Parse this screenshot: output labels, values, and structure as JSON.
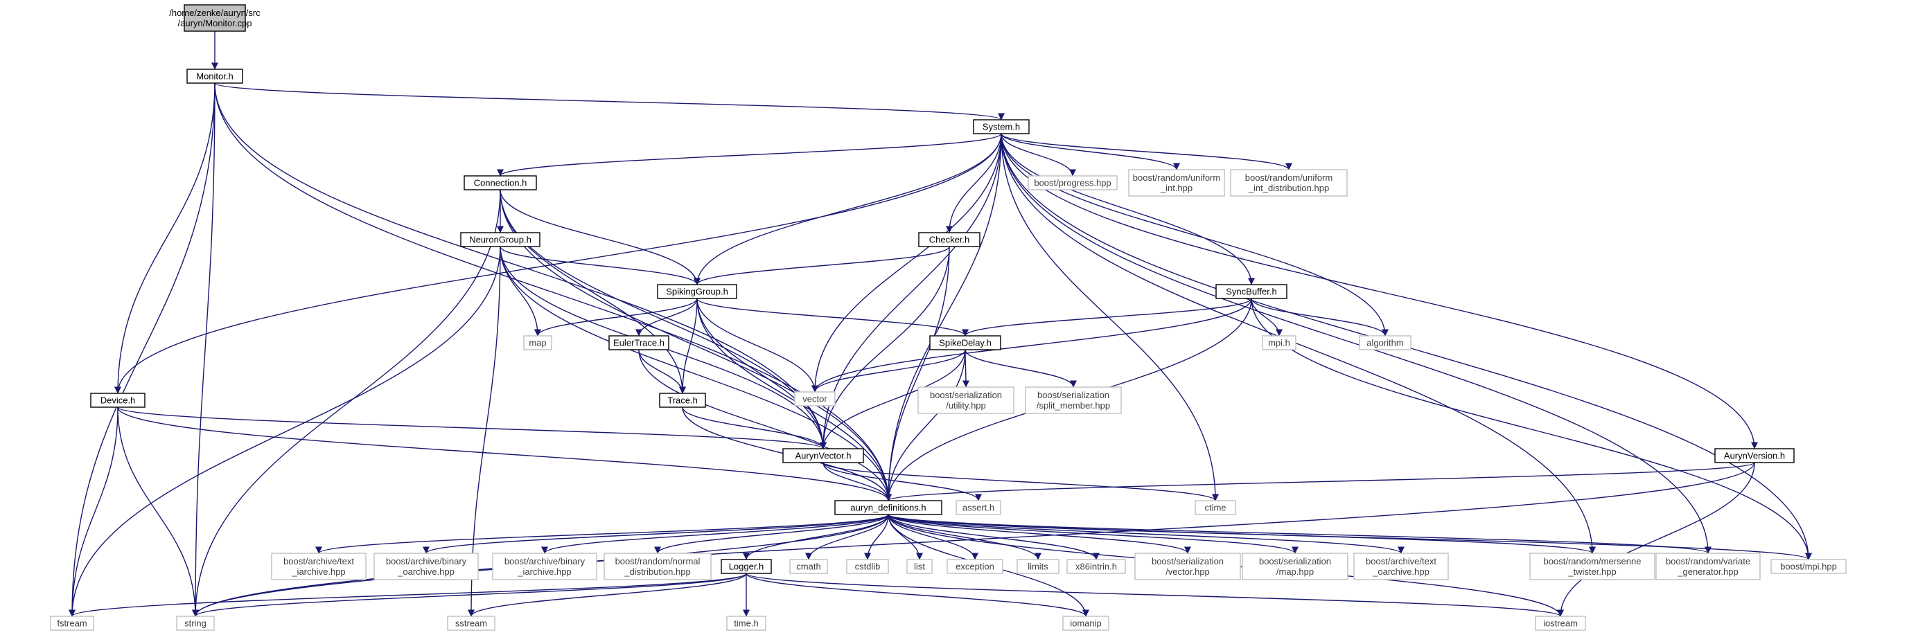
{
  "diagram": {
    "nodes": [
      {
        "id": "root",
        "lines": [
          "/home/zenke/auryn/src",
          "/auryn/Monitor.cpp"
        ],
        "kind": "root"
      },
      {
        "id": "monitor",
        "lines": [
          "Monitor.h"
        ],
        "kind": "header"
      },
      {
        "id": "system",
        "lines": [
          "System.h"
        ],
        "kind": "header"
      },
      {
        "id": "connection",
        "lines": [
          "Connection.h"
        ],
        "kind": "header"
      },
      {
        "id": "boost_progress",
        "lines": [
          "boost/progress.hpp"
        ],
        "kind": "external"
      },
      {
        "id": "boost_uniform_int",
        "lines": [
          "boost/random/uniform",
          "_int.hpp"
        ],
        "kind": "external"
      },
      {
        "id": "boost_uniform_int_dist",
        "lines": [
          "boost/random/uniform",
          "_int_distribution.hpp"
        ],
        "kind": "external"
      },
      {
        "id": "neurongroup",
        "lines": [
          "NeuronGroup.h"
        ],
        "kind": "header"
      },
      {
        "id": "checker",
        "lines": [
          "Checker.h"
        ],
        "kind": "header"
      },
      {
        "id": "spikinggroup",
        "lines": [
          "SpikingGroup.h"
        ],
        "kind": "header"
      },
      {
        "id": "syncbuffer",
        "lines": [
          "SyncBuffer.h"
        ],
        "kind": "header"
      },
      {
        "id": "map",
        "lines": [
          "map"
        ],
        "kind": "external"
      },
      {
        "id": "eulertrace",
        "lines": [
          "EulerTrace.h"
        ],
        "kind": "header"
      },
      {
        "id": "spikedelay",
        "lines": [
          "SpikeDelay.h"
        ],
        "kind": "header"
      },
      {
        "id": "mpi_h",
        "lines": [
          "mpi.h"
        ],
        "kind": "external"
      },
      {
        "id": "algorithm",
        "lines": [
          "algorithm"
        ],
        "kind": "external"
      },
      {
        "id": "device",
        "lines": [
          "Device.h"
        ],
        "kind": "header"
      },
      {
        "id": "trace",
        "lines": [
          "Trace.h"
        ],
        "kind": "header"
      },
      {
        "id": "vector",
        "lines": [
          "vector"
        ],
        "kind": "external"
      },
      {
        "id": "boost_ser_utility",
        "lines": [
          "boost/serialization",
          "/utility.hpp"
        ],
        "kind": "external"
      },
      {
        "id": "boost_ser_split",
        "lines": [
          "boost/serialization",
          "/split_member.hpp"
        ],
        "kind": "external"
      },
      {
        "id": "aurynvector",
        "lines": [
          "AurynVector.h"
        ],
        "kind": "header"
      },
      {
        "id": "aurynversion",
        "lines": [
          "AurynVersion.h"
        ],
        "kind": "header"
      },
      {
        "id": "auryn_defs",
        "lines": [
          "auryn_definitions.h"
        ],
        "kind": "header"
      },
      {
        "id": "assert",
        "lines": [
          "assert.h"
        ],
        "kind": "external"
      },
      {
        "id": "ctime",
        "lines": [
          "ctime"
        ],
        "kind": "external"
      },
      {
        "id": "boost_text_iarchive",
        "lines": [
          "boost/archive/text",
          "_iarchive.hpp"
        ],
        "kind": "external"
      },
      {
        "id": "boost_binary_oarchive",
        "lines": [
          "boost/archive/binary",
          "_oarchive.hpp"
        ],
        "kind": "external"
      },
      {
        "id": "boost_binary_iarchive",
        "lines": [
          "boost/archive/binary",
          "_iarchive.hpp"
        ],
        "kind": "external"
      },
      {
        "id": "boost_normal_dist",
        "lines": [
          "boost/random/normal",
          "_distribution.hpp"
        ],
        "kind": "external"
      },
      {
        "id": "logger",
        "lines": [
          "Logger.h"
        ],
        "kind": "header"
      },
      {
        "id": "cmath",
        "lines": [
          "cmath"
        ],
        "kind": "external"
      },
      {
        "id": "cstdlib",
        "lines": [
          "cstdlib"
        ],
        "kind": "external"
      },
      {
        "id": "list",
        "lines": [
          "list"
        ],
        "kind": "external"
      },
      {
        "id": "exception",
        "lines": [
          "exception"
        ],
        "kind": "external"
      },
      {
        "id": "limits",
        "lines": [
          "limits"
        ],
        "kind": "external"
      },
      {
        "id": "x86intrin",
        "lines": [
          "x86intrin.h"
        ],
        "kind": "external"
      },
      {
        "id": "boost_ser_vector",
        "lines": [
          "boost/serialization",
          "/vector.hpp"
        ],
        "kind": "external"
      },
      {
        "id": "boost_ser_map",
        "lines": [
          "boost/serialization",
          "/map.hpp"
        ],
        "kind": "external"
      },
      {
        "id": "boost_text_oarchive",
        "lines": [
          "boost/archive/text",
          "_oarchive.hpp"
        ],
        "kind": "external"
      },
      {
        "id": "boost_mersenne",
        "lines": [
          "boost/random/mersenne",
          "_twister.hpp"
        ],
        "kind": "external"
      },
      {
        "id": "boost_variate",
        "lines": [
          "boost/random/variate",
          "_generator.hpp"
        ],
        "kind": "external"
      },
      {
        "id": "boost_mpi",
        "lines": [
          "boost/mpi.hpp"
        ],
        "kind": "external"
      },
      {
        "id": "fstream",
        "lines": [
          "fstream"
        ],
        "kind": "external"
      },
      {
        "id": "string",
        "lines": [
          "string"
        ],
        "kind": "external"
      },
      {
        "id": "sstream",
        "lines": [
          "sstream"
        ],
        "kind": "external"
      },
      {
        "id": "time_h",
        "lines": [
          "time.h"
        ],
        "kind": "external"
      },
      {
        "id": "iomanip",
        "lines": [
          "iomanip"
        ],
        "kind": "external"
      },
      {
        "id": "iostream",
        "lines": [
          "iostream"
        ],
        "kind": "external"
      }
    ],
    "edges": [
      [
        "root",
        "monitor"
      ],
      [
        "monitor",
        "system"
      ],
      [
        "monitor",
        "device"
      ],
      [
        "monitor",
        "aurynvector"
      ],
      [
        "monitor",
        "auryn_defs"
      ],
      [
        "monitor",
        "fstream"
      ],
      [
        "monitor",
        "string"
      ],
      [
        "system",
        "connection"
      ],
      [
        "system",
        "boost_progress"
      ],
      [
        "system",
        "boost_uniform_int"
      ],
      [
        "system",
        "boost_uniform_int_dist"
      ],
      [
        "system",
        "checker"
      ],
      [
        "system",
        "spikinggroup"
      ],
      [
        "system",
        "syncbuffer"
      ],
      [
        "system",
        "device"
      ],
      [
        "system",
        "aurynvector"
      ],
      [
        "system",
        "aurynversion"
      ],
      [
        "system",
        "auryn_defs"
      ],
      [
        "system",
        "vector"
      ],
      [
        "system",
        "algorithm"
      ],
      [
        "system",
        "ctime"
      ],
      [
        "system",
        "boost_mersenne"
      ],
      [
        "system",
        "boost_variate"
      ],
      [
        "system",
        "boost_mpi"
      ],
      [
        "connection",
        "neurongroup"
      ],
      [
        "connection",
        "spikinggroup"
      ],
      [
        "connection",
        "aurynvector"
      ],
      [
        "connection",
        "auryn_defs"
      ],
      [
        "connection",
        "string"
      ],
      [
        "connection",
        "trace"
      ],
      [
        "neurongroup",
        "spikinggroup"
      ],
      [
        "neurongroup",
        "map"
      ],
      [
        "neurongroup",
        "aurynvector"
      ],
      [
        "neurongroup",
        "auryn_defs"
      ],
      [
        "neurongroup",
        "fstream"
      ],
      [
        "neurongroup",
        "sstream"
      ],
      [
        "checker",
        "spikinggroup"
      ],
      [
        "checker",
        "aurynvector"
      ],
      [
        "checker",
        "auryn_defs"
      ],
      [
        "spikinggroup",
        "eulertrace"
      ],
      [
        "spikinggroup",
        "spikedelay"
      ],
      [
        "spikinggroup",
        "trace"
      ],
      [
        "spikinggroup",
        "aurynvector"
      ],
      [
        "spikinggroup",
        "auryn_defs"
      ],
      [
        "spikinggroup",
        "map"
      ],
      [
        "spikinggroup",
        "vector"
      ],
      [
        "syncbuffer",
        "spikedelay"
      ],
      [
        "syncbuffer",
        "mpi_h"
      ],
      [
        "syncbuffer",
        "algorithm"
      ],
      [
        "syncbuffer",
        "vector"
      ],
      [
        "syncbuffer",
        "auryn_defs"
      ],
      [
        "syncbuffer",
        "boost_mpi"
      ],
      [
        "eulertrace",
        "trace"
      ],
      [
        "eulertrace",
        "auryn_defs"
      ],
      [
        "spikedelay",
        "vector"
      ],
      [
        "spikedelay",
        "boost_ser_utility"
      ],
      [
        "spikedelay",
        "boost_ser_split"
      ],
      [
        "spikedelay",
        "aurynvector"
      ],
      [
        "spikedelay",
        "auryn_defs"
      ],
      [
        "device",
        "aurynvector"
      ],
      [
        "device",
        "auryn_defs"
      ],
      [
        "device",
        "fstream"
      ],
      [
        "device",
        "string"
      ],
      [
        "trace",
        "aurynvector"
      ],
      [
        "trace",
        "auryn_defs"
      ],
      [
        "aurynvector",
        "auryn_defs"
      ],
      [
        "aurynvector",
        "assert"
      ],
      [
        "aurynvector",
        "ctime"
      ],
      [
        "aurynversion",
        "auryn_defs"
      ],
      [
        "aurynversion",
        "string"
      ],
      [
        "aurynversion",
        "iostream"
      ],
      [
        "auryn_defs",
        "boost_text_iarchive"
      ],
      [
        "auryn_defs",
        "boost_binary_oarchive"
      ],
      [
        "auryn_defs",
        "boost_binary_iarchive"
      ],
      [
        "auryn_defs",
        "boost_normal_dist"
      ],
      [
        "auryn_defs",
        "logger"
      ],
      [
        "auryn_defs",
        "cmath"
      ],
      [
        "auryn_defs",
        "cstdlib"
      ],
      [
        "auryn_defs",
        "list"
      ],
      [
        "auryn_defs",
        "exception"
      ],
      [
        "auryn_defs",
        "limits"
      ],
      [
        "auryn_defs",
        "x86intrin"
      ],
      [
        "auryn_defs",
        "boost_ser_vector"
      ],
      [
        "auryn_defs",
        "boost_ser_map"
      ],
      [
        "auryn_defs",
        "boost_text_oarchive"
      ],
      [
        "auryn_defs",
        "boost_mersenne"
      ],
      [
        "auryn_defs",
        "boost_variate"
      ],
      [
        "auryn_defs",
        "boost_mpi"
      ],
      [
        "auryn_defs",
        "string"
      ],
      [
        "auryn_defs",
        "iomanip"
      ],
      [
        "auryn_defs",
        "iostream"
      ],
      [
        "logger",
        "fstream"
      ],
      [
        "logger",
        "string"
      ],
      [
        "logger",
        "sstream"
      ],
      [
        "logger",
        "time_h"
      ],
      [
        "logger",
        "iomanip"
      ],
      [
        "logger",
        "iostream"
      ]
    ]
  },
  "colors": {
    "edge": "#191970",
    "header_border": "#000000",
    "external_border": "#bfbfbf",
    "root_fill": "#bfbfbf",
    "node_fill": "#ffffff",
    "header_text": "#000000",
    "external_text": "#404040"
  }
}
